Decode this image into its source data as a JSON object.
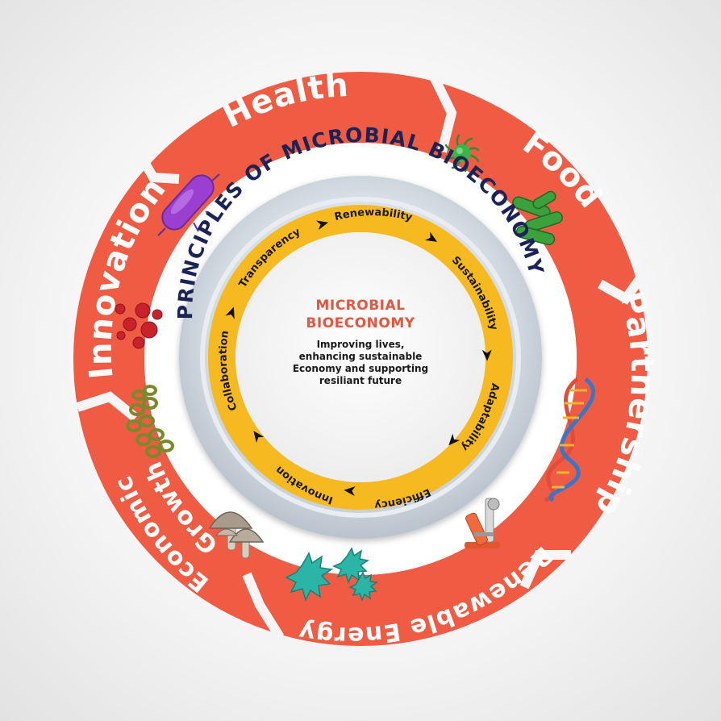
{
  "colors": {
    "outer_ring": "#ef5b43",
    "inner_ring": "#f6b91f",
    "plate": "#c9d2dc",
    "title_text": "#1c2356",
    "center_title": "#e8553f"
  },
  "outer_ring": {
    "segments": [
      {
        "label": "Health"
      },
      {
        "label": "Food"
      },
      {
        "label": "Partnership"
      },
      {
        "label": "Renewable Energy"
      },
      {
        "label": "Economic"
      },
      {
        "label": "Growth"
      },
      {
        "label": "Innovation"
      }
    ]
  },
  "principles_ring": {
    "title": "PRINCIPLES OF MICROBIAL BIOECONOMY"
  },
  "principles": [
    {
      "label": "Renewability"
    },
    {
      "label": "Sustainability"
    },
    {
      "label": "Adaptability"
    },
    {
      "label": "Efficiency"
    },
    {
      "label": "Innovation"
    },
    {
      "label": "Collaboration"
    },
    {
      "label": "Transparency"
    }
  ],
  "center": {
    "title_line1": "MICROBIAL",
    "title_line2": "BIOECONOMY",
    "desc_line1": "Improving lives,",
    "desc_line2": "enhancing sustainable",
    "desc_line3": "Economy and supporting",
    "desc_line4": "resiliant future"
  },
  "icons": [
    {
      "name": "purple-bacillus-icon"
    },
    {
      "name": "green-virus-icon"
    },
    {
      "name": "green-bacteria-cluster-icon"
    },
    {
      "name": "red-cocci-cluster-icon"
    },
    {
      "name": "olive-diplococci-icon"
    },
    {
      "name": "dna-helix-icon"
    },
    {
      "name": "mushroom-icon"
    },
    {
      "name": "teal-microbe-icon"
    },
    {
      "name": "microscope-icon"
    }
  ]
}
